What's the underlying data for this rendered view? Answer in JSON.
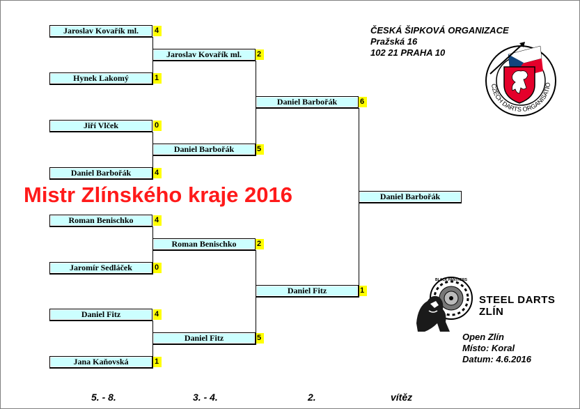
{
  "organization": {
    "line1": "ČESKÁ ŠIPKOVÁ ORGANIZACE",
    "line2": "Pražská 16",
    "line3": "102 21 PRAHA 10",
    "logo_text": "CZECH DARTS ORGANISATION"
  },
  "title": "Mistr Zlínského kraje 2016",
  "bracket": {
    "round1": [
      {
        "name": "Jaroslav Kovařík ml.",
        "score": "4"
      },
      {
        "name": "Hynek Lakomý",
        "score": "1"
      },
      {
        "name": "Jiří Vlček",
        "score": "0"
      },
      {
        "name": "Daniel Barbořák",
        "score": "4"
      },
      {
        "name": "Roman Benischko",
        "score": "4"
      },
      {
        "name": "Jaromír Sedláček",
        "score": "0"
      },
      {
        "name": "Daniel Fitz",
        "score": "4"
      },
      {
        "name": "Jana Kaňovská",
        "score": "1"
      }
    ],
    "round2": [
      {
        "name": "Jaroslav Kovařík ml.",
        "score": "2"
      },
      {
        "name": "Daniel Barbořák",
        "score": "5"
      },
      {
        "name": "Roman Benischko",
        "score": "2"
      },
      {
        "name": "Daniel Fitz",
        "score": "5"
      }
    ],
    "round3": [
      {
        "name": "Daniel Barbořák",
        "score": "6"
      },
      {
        "name": "Daniel Fitz",
        "score": "1"
      }
    ],
    "winner": {
      "name": "Daniel Barbořák"
    }
  },
  "club": {
    "name": "STEEL DARTS ZLÍN",
    "badge_text": "BLACK PANTHERS"
  },
  "event": {
    "line1": "Open Zlín",
    "line2": "Místo: Koral",
    "line3": "Datum: 4.6.2016"
  },
  "round_labels": [
    "5. - 8.",
    "3. - 4.",
    "2.",
    "vítěz"
  ],
  "colors": {
    "box_fill": "#ccffff",
    "score_fill": "#ffff00",
    "title_red": "#ff1a1a"
  }
}
